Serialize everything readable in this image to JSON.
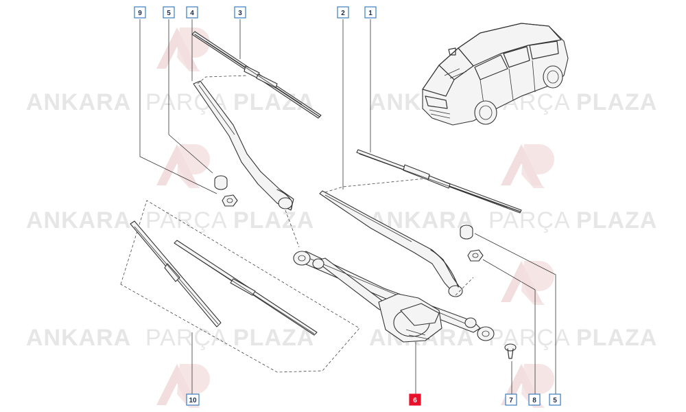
{
  "watermark": {
    "word1": "ANKARA",
    "word2": "PARÇA",
    "word3": "PLAZA",
    "color": "#e6e6e6",
    "logo_color": "#f2dede"
  },
  "callouts": [
    {
      "id": "c9",
      "label": "9",
      "highlight": false
    },
    {
      "id": "c5a",
      "label": "5",
      "highlight": false
    },
    {
      "id": "c4",
      "label": "4",
      "highlight": false
    },
    {
      "id": "c3",
      "label": "3",
      "highlight": false
    },
    {
      "id": "c2",
      "label": "2",
      "highlight": false
    },
    {
      "id": "c1",
      "label": "1",
      "highlight": false
    },
    {
      "id": "c10",
      "label": "10",
      "highlight": false
    },
    {
      "id": "c6",
      "label": "6",
      "highlight": true
    },
    {
      "id": "c7",
      "label": "7",
      "highlight": false
    },
    {
      "id": "c8",
      "label": "8",
      "highlight": false
    },
    {
      "id": "c5b",
      "label": "5",
      "highlight": false
    }
  ],
  "colors": {
    "callout_border": "#3a7bbf",
    "callout_text": "#1a2a4a",
    "highlight_fill": "#e8102a",
    "line": "#333333"
  }
}
